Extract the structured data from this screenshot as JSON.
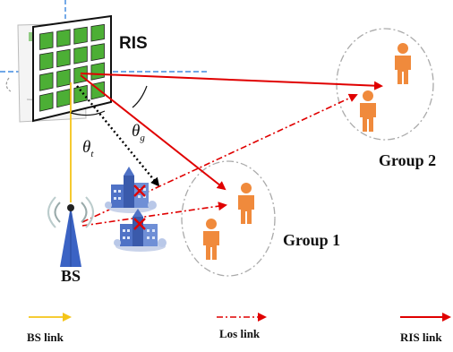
{
  "labels": {
    "ris": "RIS",
    "bs": "BS",
    "group1": "Group  1",
    "group2": "Group  2",
    "theta_t": "θ",
    "theta_t_sub": "t",
    "theta_g": "θ",
    "theta_g_sub": "g"
  },
  "legend": [
    {
      "label": "BS link",
      "color": "#f5c518",
      "style": "solid"
    },
    {
      "label": "Los link",
      "color": "#e00000",
      "style": "dash-dot"
    },
    {
      "label": "RIS link",
      "color": "#e00000",
      "style": "solid"
    }
  ],
  "colors": {
    "ris_cell": "#4caf35",
    "person": "#f08a3c",
    "bs_tower": "#3b63c4",
    "guide": "#1a73d9",
    "building": "#4f72c6",
    "blocked_x": "#e00000"
  },
  "icons": [
    "ris-panel-icon",
    "bs-tower-icon",
    "person-icon",
    "building-icon",
    "blocked-x-icon"
  ]
}
